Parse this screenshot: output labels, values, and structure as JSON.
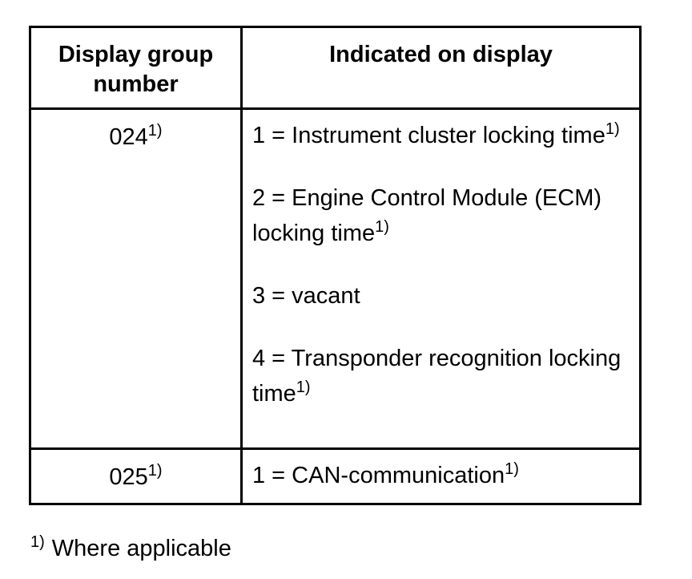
{
  "colors": {
    "text": "#000000",
    "background": "#ffffff",
    "border": "#000000"
  },
  "table": {
    "header": {
      "col1": "Display group number",
      "col2": "Indicated on display"
    },
    "rows": [
      {
        "group_number": "024",
        "group_sup": "1)",
        "items": [
          {
            "text": "1 = Instrument cluster locking time",
            "sup": "1)"
          },
          {
            "text": "2 = Engine Control Module (ECM) locking time",
            "sup": "1)"
          },
          {
            "text": "3 = vacant",
            "sup": ""
          },
          {
            "text": "4 = Transponder recognition locking time",
            "sup": "1)"
          }
        ]
      },
      {
        "group_number": "025",
        "group_sup": "1)",
        "items": [
          {
            "text": "1 = CAN-communication",
            "sup": "1)"
          }
        ]
      }
    ]
  },
  "footnote": {
    "sup": "1)",
    "text": "Where applicable"
  }
}
